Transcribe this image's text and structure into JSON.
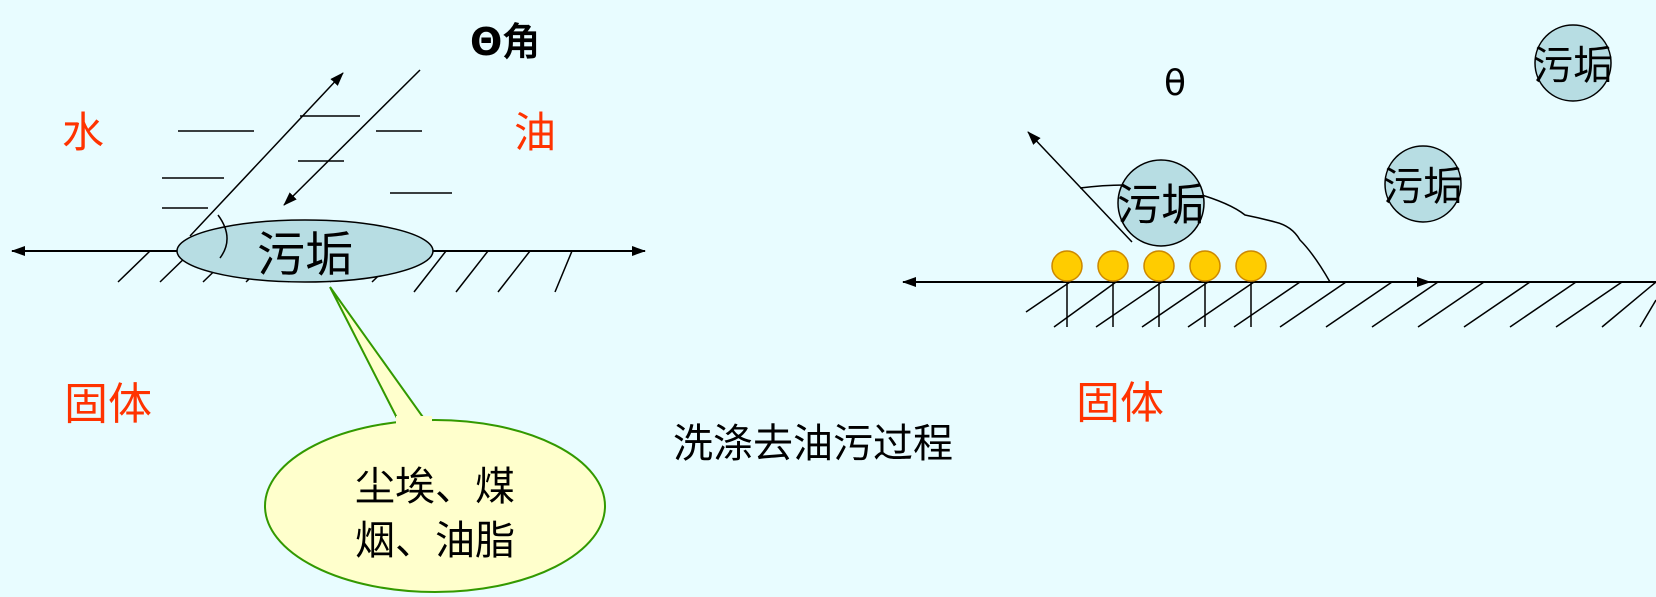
{
  "colors": {
    "background": "#e8fcff",
    "red_label": "#ff3300",
    "dirt_fill": "#b7dde3",
    "surfactant_fill": "#ffcc00",
    "bubble_fill": "#ffffcc",
    "bubble_stroke": "#339900",
    "line": "#000000"
  },
  "left_panel": {
    "angle_label": "Θ角",
    "water_label": "水",
    "oil_label": "油",
    "solid_label": "固体",
    "dirt_label": "污垢",
    "callout_line1": "尘埃、煤",
    "callout_line2": "烟、油脂"
  },
  "right_panel": {
    "theta_label": "θ",
    "solid_label": "固体",
    "dirt_labels": [
      "污垢",
      "污垢",
      "污垢"
    ],
    "surfactant_count": 5
  },
  "caption": "洗涤去油污过程"
}
